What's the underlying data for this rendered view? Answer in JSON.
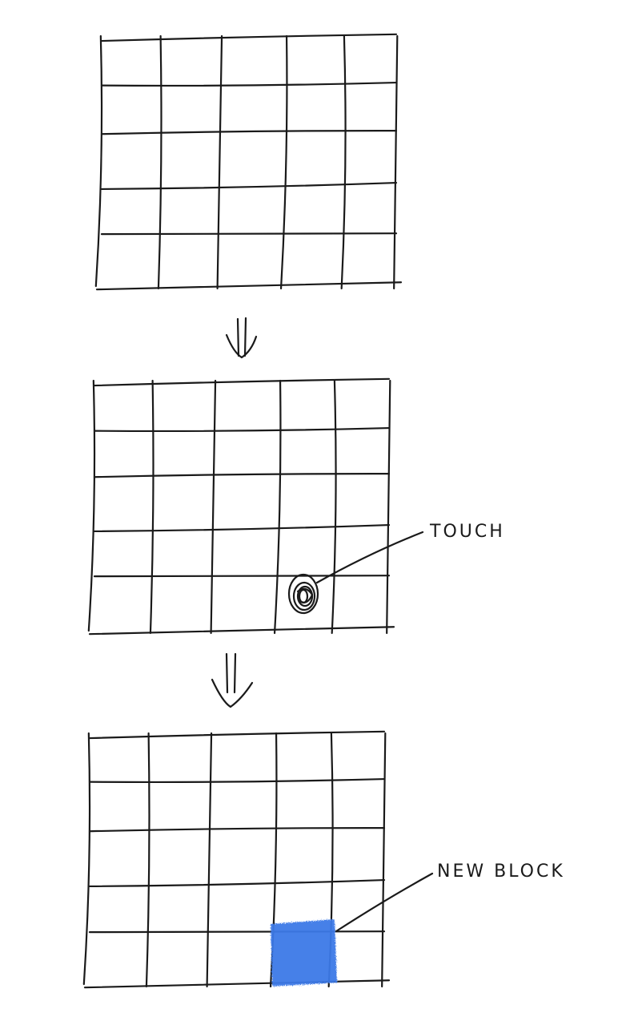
{
  "labels": {
    "touch": "TOUCH",
    "new_block": "NEW BLOCK"
  },
  "grid": {
    "rows": 5,
    "cols": 5
  },
  "touch_cell": {
    "row": 5,
    "col": 4
  },
  "new_block_cell": {
    "row": 5,
    "col": 4
  },
  "colors": {
    "ink": "#1a1a1a",
    "block": "#3b78e7"
  },
  "icons": [
    "down-arrow-icon",
    "touch-point-icon"
  ]
}
